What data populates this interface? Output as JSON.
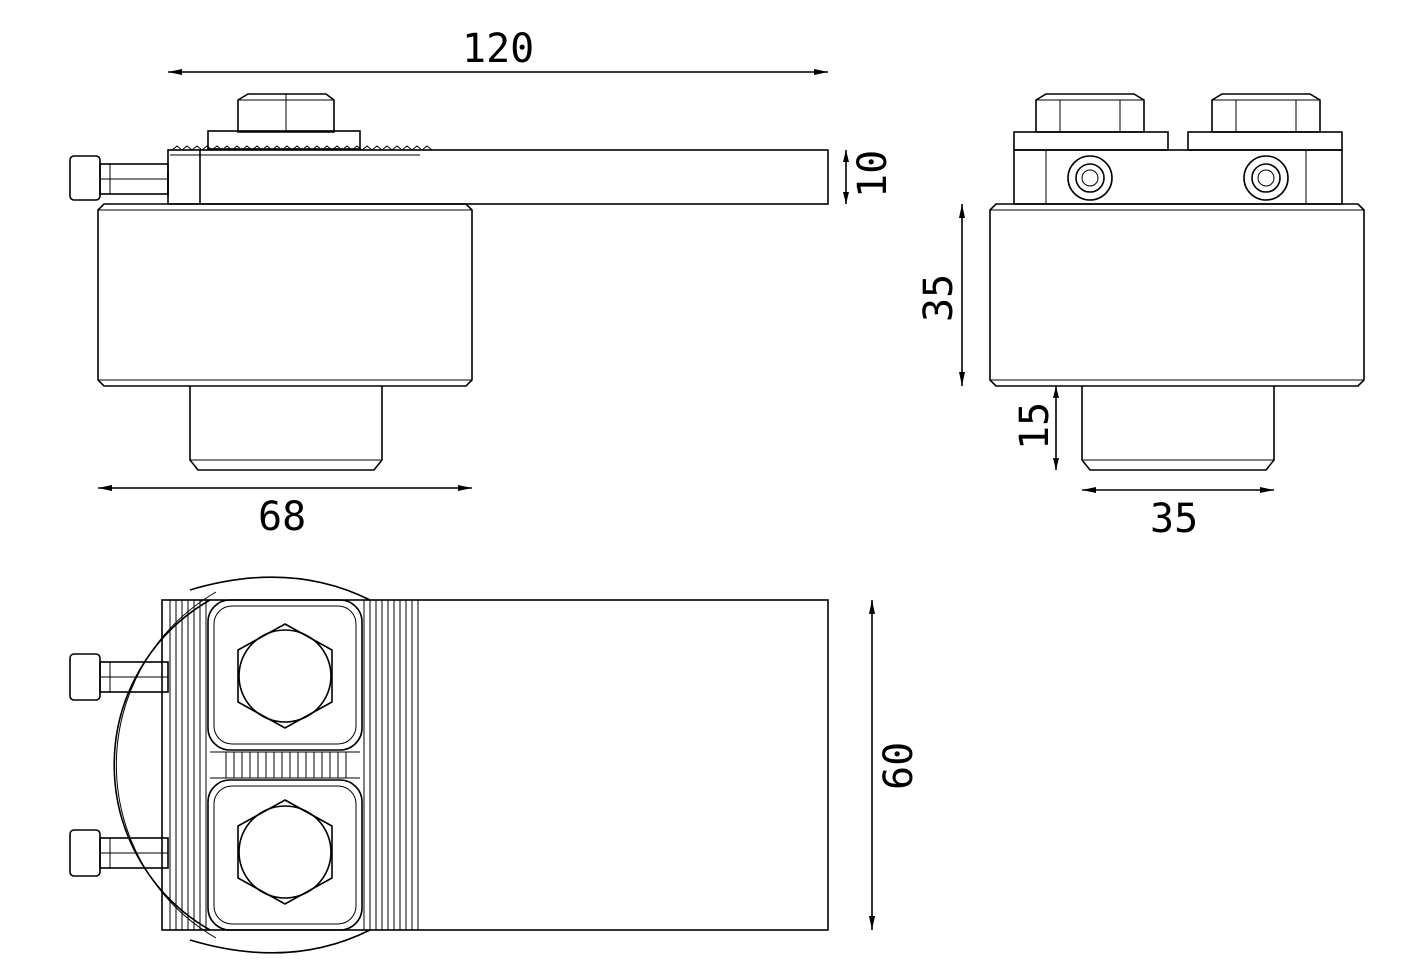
{
  "dimensions": {
    "overall_length": "120",
    "arm_thickness": "10",
    "block_width": "68",
    "block_height": "35",
    "shank_length": "15",
    "shank_width": "35",
    "plan_width": "60"
  },
  "colors": {
    "line": "#000000",
    "background": "#ffffff"
  }
}
